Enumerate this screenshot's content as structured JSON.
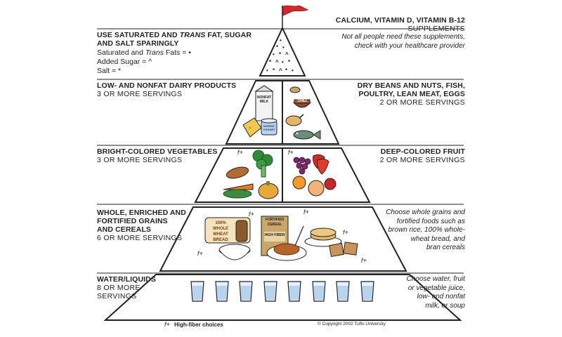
{
  "tiers": {
    "top": {
      "left_heading_1": "USE SATURATED AND ",
      "left_heading_trans": "TRANS",
      "left_heading_2": " FAT, SUGAR",
      "left_heading_3": "AND SALT SPARINGLY",
      "legend_sat_1": "Saturated and ",
      "legend_sat_trans": "Trans",
      "legend_sat_2": " Fats = •",
      "legend_sugar": "Added Sugar = ^",
      "legend_salt": "Salt = *",
      "right_heading": "CALCIUM, VITAMIN D, VITAMIN B-12",
      "right_sub": "SUPPLEMENTS",
      "right_note_1": "Not all people need these supplements,",
      "right_note_2": "check with your healthcare provider"
    },
    "dairy_protein": {
      "left_heading": "LOW- AND NONFAT DAIRY PRODUCTS",
      "left_servings": "3 OR MORE SERVINGS",
      "right_heading_1": "DRY BEANS AND NUTS, FISH,",
      "right_heading_2": "POULTRY, LEAN MEAT, EGGS",
      "right_servings": "2 OR MORE SERVINGS"
    },
    "veg_fruit": {
      "left_heading": "BRIGHT-COLORED VEGETABLES",
      "left_servings": "3 OR MORE SERVINGS",
      "right_heading": "DEEP-COLORED FRUIT",
      "right_servings": "2 OR MORE SERVINGS"
    },
    "grains": {
      "left_heading_1": "WHOLE, ENRICHED AND",
      "left_heading_2": "FORTIFIED GRAINS",
      "left_heading_3": "AND CEREALS",
      "left_servings": "6 OR MORE SERVINGS",
      "right_note_1": "Choose whole grains and",
      "right_note_2": "fortified foods such as",
      "right_note_3": "brown rice, 100% whole-",
      "right_note_4": "wheat bread, and",
      "right_note_5": "bran cereals"
    },
    "water": {
      "left_heading": "WATER/LIQUIDS",
      "left_servings_1": "8 OR MORE",
      "left_servings_2": "SERVINGS",
      "right_note_1": "Choose water, fruit",
      "right_note_2": "or vegetable juice,",
      "right_note_3": "low- and nonfat",
      "right_note_4": "milk, or soup"
    }
  },
  "illustration_labels": {
    "milk_carton": "NONFAT MILK",
    "yogurt": "NONFAT YOGURT",
    "chili": "CHILI",
    "bread_bag_1": "100%",
    "bread_bag_2": "WHOLE WHEAT",
    "bread_bag_3": "BREAD",
    "cereal_1": "FORTIFIED",
    "cereal_2": "CEREAL",
    "cereal_3": "HIGH FIBER"
  },
  "fiber_mark": "f+",
  "footer": {
    "fiber_symbol": "f+",
    "fiber_legend": "High-fiber choices",
    "copyright": "© Copyright 2002 Tufts University"
  },
  "colors": {
    "flag": "#d7282f",
    "line": "#222222"
  }
}
